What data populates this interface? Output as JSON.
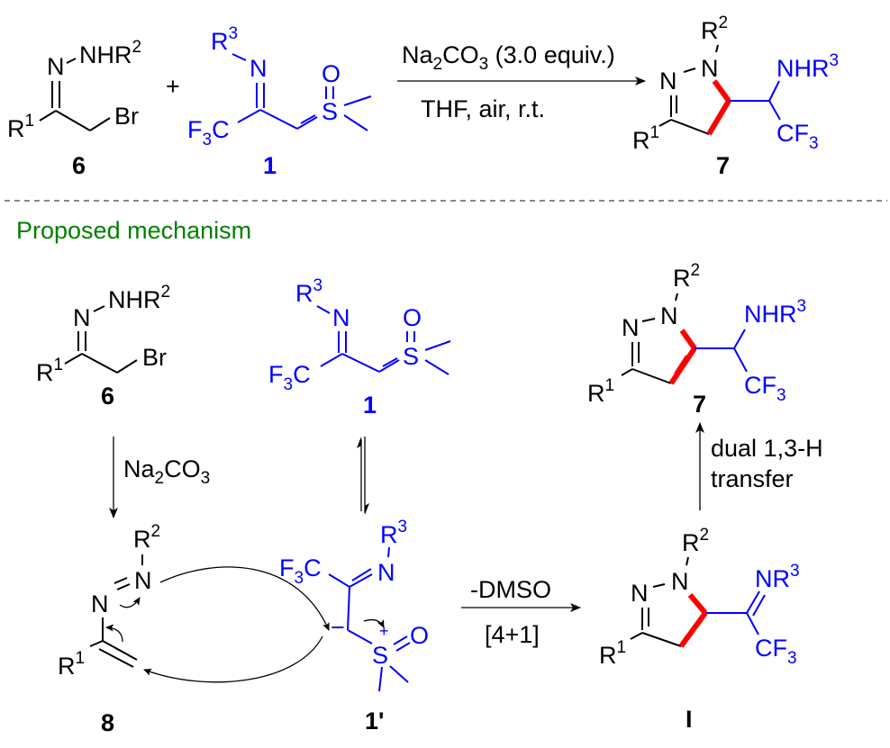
{
  "colors": {
    "scaffold": "#000000",
    "sulfoxonium_fragment": "#0000ff",
    "new_bonds": "#ff0000",
    "section_heading": "#008000",
    "separator": "#888888"
  },
  "reaction": {
    "reagent": "Na2CO3 (3.0 equiv.)",
    "reagent_parts": {
      "a": "Na",
      "b": "2",
      "c": "CO",
      "d": "3",
      "e": " (3.0 equiv.)"
    },
    "conditions": "THF, air, r.t.",
    "plus": "+"
  },
  "compounds": {
    "c6": {
      "label": "6",
      "nhr": "NHR",
      "nhr_sup": "2",
      "n": "N",
      "r": "R",
      "r_sup": "1",
      "br": "Br"
    },
    "c1": {
      "label": "1",
      "r": "R",
      "r_sup": "3",
      "n": "N",
      "f3c_f": "F",
      "f3c_sub": "3",
      "f3c_c": "C",
      "o": "O",
      "s": "S"
    },
    "c7": {
      "label": "7",
      "r2": "R",
      "r2_sup": "2",
      "n1": "N",
      "n2": "N",
      "r1": "R",
      "r1_sup": "1",
      "nhr": "NHR",
      "nhr_sup": "3",
      "cf": "CF",
      "cf_sub": "3"
    },
    "c8": {
      "label": "8",
      "r2": "R",
      "r2_sup": "2",
      "n1": "N",
      "n2": "N",
      "r1": "R",
      "r1_sup": "1"
    },
    "c1p": {
      "label": "1'",
      "f3c_f": "F",
      "f3c_sub": "3",
      "f3c_c": "C",
      "r": "R",
      "r_sup": "3",
      "n": "N",
      "s": "S",
      "o": "O",
      "minus": "−",
      "plus": "+"
    },
    "cI": {
      "label": "I",
      "r2": "R",
      "r2_sup": "2",
      "n1": "N",
      "n2": "N",
      "r1": "R",
      "r1_sup": "1",
      "nr": "NR",
      "nr_sup": "3",
      "cf": "CF",
      "cf_sub": "3"
    }
  },
  "mechanism": {
    "heading": "Proposed mechanism",
    "step_base": {
      "a": "Na",
      "b": "2",
      "c": "CO",
      "d": "3"
    },
    "step_cycloaddition_top": "-DMSO",
    "step_cycloaddition_bottom": "[4+1]",
    "step_transfer_line1": "dual 1,3-H",
    "step_transfer_line2": "transfer"
  }
}
